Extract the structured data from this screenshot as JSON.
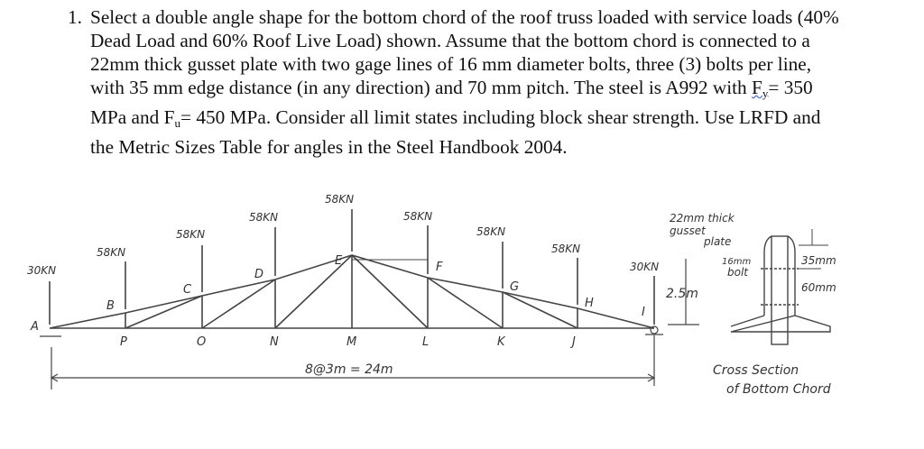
{
  "problem": {
    "number": "1.",
    "lines": [
      "Select a double angle shape for the bottom chord of the roof truss loaded with service loads (40%",
      "Dead Load and 60% Roof Live Load) shown. Assume that the bottom chord is connected to a",
      "22mm thick gusset plate with two gage lines of 16 mm diameter bolts, three (3) bolts per line,",
      "with 35 mm edge distance (in any direction) and 70 mm pitch. The steel is A992 with ",
      "= 350",
      "MPa and ",
      "= 450 MPa. Consider all limit states including block shear strength. Use LRFD and",
      "the Metric Sizes Table for angles in the Steel Handbook 2004."
    ],
    "fy_symbol": "F",
    "fy_sub": "y",
    "fu_symbol": "F",
    "fu_sub": "u"
  },
  "truss": {
    "loads": {
      "A": "30KN",
      "B": "58KN",
      "C": "58KN",
      "D": "58KN",
      "E": "58KN",
      "F": "58KN",
      "G": "58KN",
      "H": "58KN",
      "I": "30KN"
    },
    "top_nodes": [
      "A",
      "B",
      "C",
      "D",
      "E",
      "F",
      "G",
      "H",
      "I"
    ],
    "bottom_nodes": [
      "P",
      "O",
      "N",
      "M",
      "L",
      "K",
      "J"
    ],
    "span_label": "8@3m = 24m",
    "height_label": "2.5m"
  },
  "cross_section": {
    "plate_label_1": "22mm thick",
    "plate_label_2": "gusset",
    "plate_label_3": "plate",
    "bolt_label_1": "16mm",
    "bolt_label_2": "bolt",
    "edge_dim": "35mm",
    "gage_dim": "60mm",
    "caption_1": "Cross Section",
    "caption_2": "of Bottom Chord"
  }
}
